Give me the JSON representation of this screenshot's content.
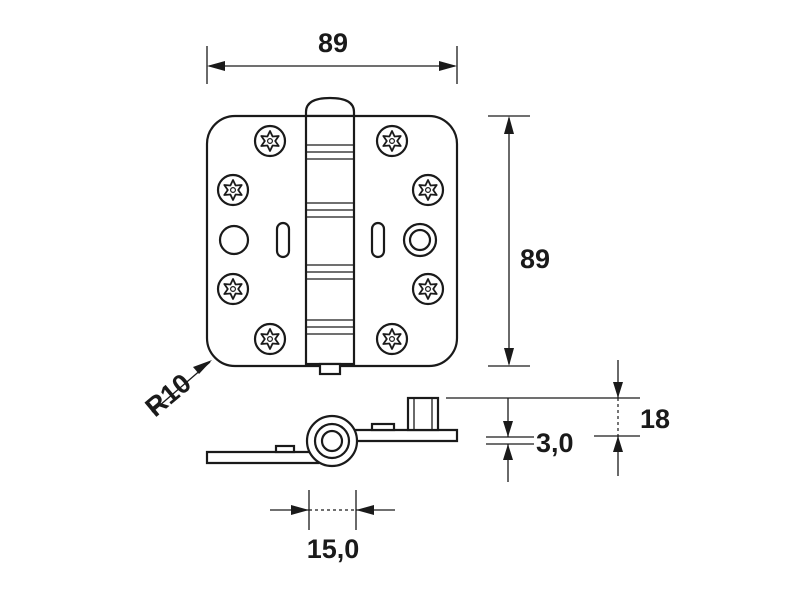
{
  "dimensions": {
    "width_top": "89",
    "height_right": "89",
    "radius": "R10",
    "height_side": "18",
    "thickness": "3,0",
    "knuckle_diameter": "15,0"
  },
  "icons": {
    "screw_hole": "torx-screw-icon",
    "pin": "pin-hole-icon",
    "slot": "slot-hole-icon"
  }
}
